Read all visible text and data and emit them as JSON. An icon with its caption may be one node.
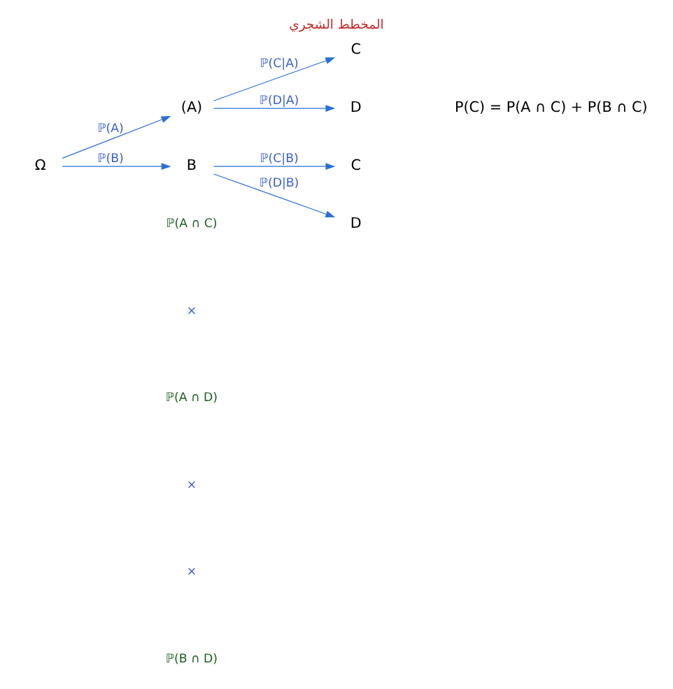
{
  "diagram": {
    "title": "المخطط الشجري",
    "caption": "P(C) = P(A ∩ C) + P(B ∩ C)",
    "nodes": [
      {
        "text": [
          "Ω"
        ]
      },
      {
        "text": [
          "(A)"
        ]
      },
      {
        "text": [
          "B"
        ]
      },
      {
        "text": [
          "C"
        ]
      },
      {
        "text": [
          "D"
        ]
      },
      {
        "text": [
          "C"
        ]
      },
      {
        "text": [
          "D"
        ]
      }
    ],
    "edges": [
      {
        "from": 0,
        "to": 1,
        "arrow": "to",
        "label": "ℙ(A)"
      },
      {
        "from": 0,
        "to": 2,
        "arrow": "to",
        "label": "ℙ(B)"
      },
      {
        "from": 1,
        "to": 3,
        "arrow": "to",
        "label": "ℙ(C|A)"
      },
      {
        "from": 1,
        "to": 4,
        "arrow": "to",
        "label": "ℙ(D|A)"
      },
      {
        "from": 2,
        "to": 5,
        "arrow": "to",
        "label": "ℙ(C|B)"
      },
      {
        "from": 2,
        "to": 6,
        "arrow": "to",
        "label": "ℙ(D|B)"
      }
    ],
    "labels": [
      "ℙ(A ∩ C)",
      "×",
      "ℙ(A ∩ D)",
      "×",
      "×",
      "ℙ(B ∩ D)"
    ]
  }
}
